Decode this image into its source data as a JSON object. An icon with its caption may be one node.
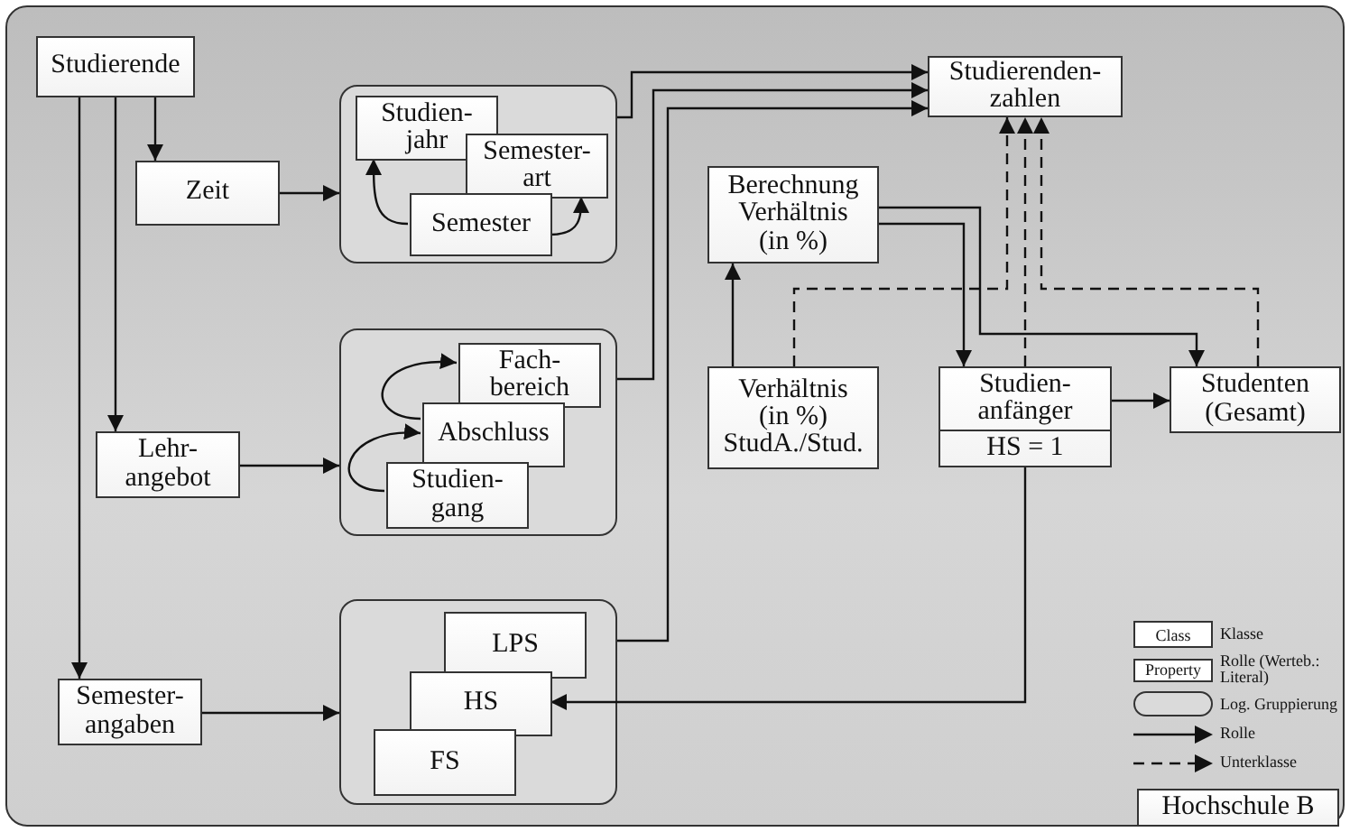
{
  "diagram": {
    "nodes": [
      {
        "text": [
          "Studierende"
        ]
      },
      {
        "text": [
          "Zeit"
        ]
      },
      {
        "text": [],
        "shape": "box"
      },
      {
        "text": [
          "Studien- jahr"
        ],
        "in": 2
      },
      {
        "text": [
          "Semester- art"
        ],
        "in": 2
      },
      {
        "text": [
          "Semester"
        ],
        "in": 2
      },
      {
        "text": [
          "Lehr- angebot"
        ]
      },
      {
        "text": [],
        "shape": "box"
      },
      {
        "text": [
          "Fach- bereich"
        ],
        "in": 7
      },
      {
        "text": [
          "Abschluss"
        ],
        "in": 7
      },
      {
        "text": [
          "Studien- gang"
        ],
        "in": 7
      },
      {
        "text": [
          "Semester- angaben"
        ]
      },
      {
        "text": [],
        "shape": "box"
      },
      {
        "text": [
          "LPS"
        ],
        "in": 12
      },
      {
        "text": [
          "HS"
        ],
        "in": 12
      },
      {
        "text": [
          "FS"
        ],
        "in": 12
      },
      {
        "text": [
          "Studierenden- zahlen"
        ]
      },
      {
        "text": [
          "Berechnung Verhältnis (in %)"
        ]
      },
      {
        "text": [
          "Verhältnis (in %) StudA./Stud."
        ]
      },
      {
        "text": [
          "Studien- anfänger",
          "HS = 1"
        ]
      },
      {
        "text": [
          "Studenten (Gesamt)"
        ]
      },
      {
        "text": [
          "Hochschule B"
        ]
      }
    ],
    "edges": [
      {
        "from": 0,
        "to": 1,
        "arrow": "to"
      },
      {
        "from": 0,
        "to": 6,
        "arrow": "to"
      },
      {
        "from": 0,
        "to": 11,
        "arrow": "to"
      },
      {
        "from": 1,
        "to": 2,
        "arrow": "to"
      },
      {
        "from": 6,
        "to": 7,
        "arrow": "to"
      },
      {
        "from": 11,
        "to": 12,
        "arrow": "to"
      },
      {
        "from": 5,
        "to": 3,
        "arrow": "to"
      },
      {
        "from": 5,
        "to": 4,
        "arrow": "to"
      },
      {
        "from": 9,
        "to": 8,
        "arrow": "to"
      },
      {
        "from": 10,
        "to": 9,
        "arrow": "to"
      },
      {
        "from": 2,
        "to": 16,
        "arrow": "to"
      },
      {
        "from": 7,
        "to": 16,
        "arrow": "to"
      },
      {
        "from": 12,
        "to": 16,
        "arrow": "to"
      },
      {
        "from": 18,
        "to": 17,
        "arrow": "to"
      },
      {
        "from": 17,
        "to": 19,
        "arrow": "to"
      },
      {
        "from": 17,
        "to": 20,
        "arrow": "to"
      },
      {
        "from": 19,
        "to": 20,
        "arrow": "to"
      },
      {
        "from": 19,
        "to": 14,
        "arrow": "to"
      },
      {
        "from": 18,
        "to": 16,
        "arrow": "to",
        "style": "dashed"
      },
      {
        "from": 19,
        "to": 16,
        "arrow": "to",
        "style": "dashed"
      },
      {
        "from": 20,
        "to": 16,
        "arrow": "to",
        "style": "dashed"
      }
    ],
    "labels": [
      "Class",
      "Property"
    ],
    "legend": [
      {
        "text": "Klasse"
      },
      {
        "text": "Rolle (Werteb.: Literal)"
      },
      {
        "text": "Log. Gruppierung"
      },
      {
        "text": "Rolle"
      },
      {
        "text": "Unterklasse"
      }
    ]
  }
}
